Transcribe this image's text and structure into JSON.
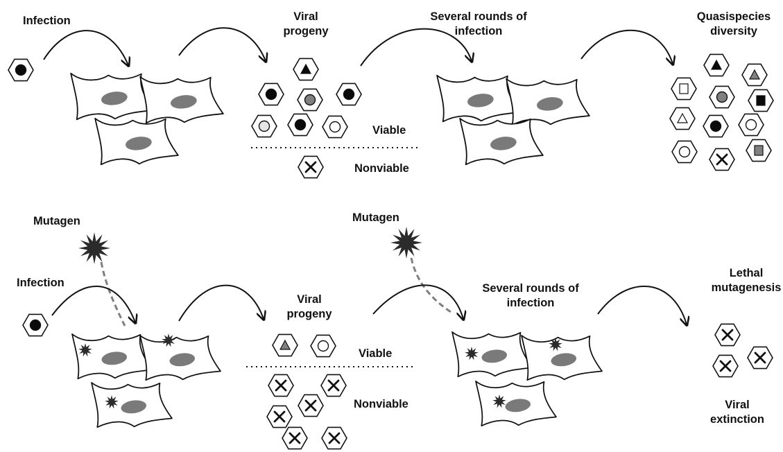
{
  "top_panel": {
    "infection_label": "Infection",
    "viral_progeny_label": "Viral\nprogeny",
    "several_rounds_label": "Several rounds of\ninfection",
    "quasispecies_label": "Quasispecies\ndiversity",
    "viable_label": "Viable",
    "nonviable_label": "Nonviable"
  },
  "bottom_panel": {
    "mutagen_label_1": "Mutagen",
    "mutagen_label_2": "Mutagen",
    "infection_label": "Infection",
    "viral_progeny_label": "Viral\nprogeny",
    "several_rounds_label": "Several rounds of\ninfection",
    "lethal_mutagenesis_label": "Lethal\nmutagenesis",
    "viable_label": "Viable",
    "nonviable_label": "Nonviable",
    "viral_extinction_label": "Viral\nextinction"
  },
  "colors": {
    "outline": "#111111",
    "nucleus": "#7a7a7a",
    "mutagen": "#2b2b2b",
    "mutagen_path": "#7f7f7f"
  }
}
